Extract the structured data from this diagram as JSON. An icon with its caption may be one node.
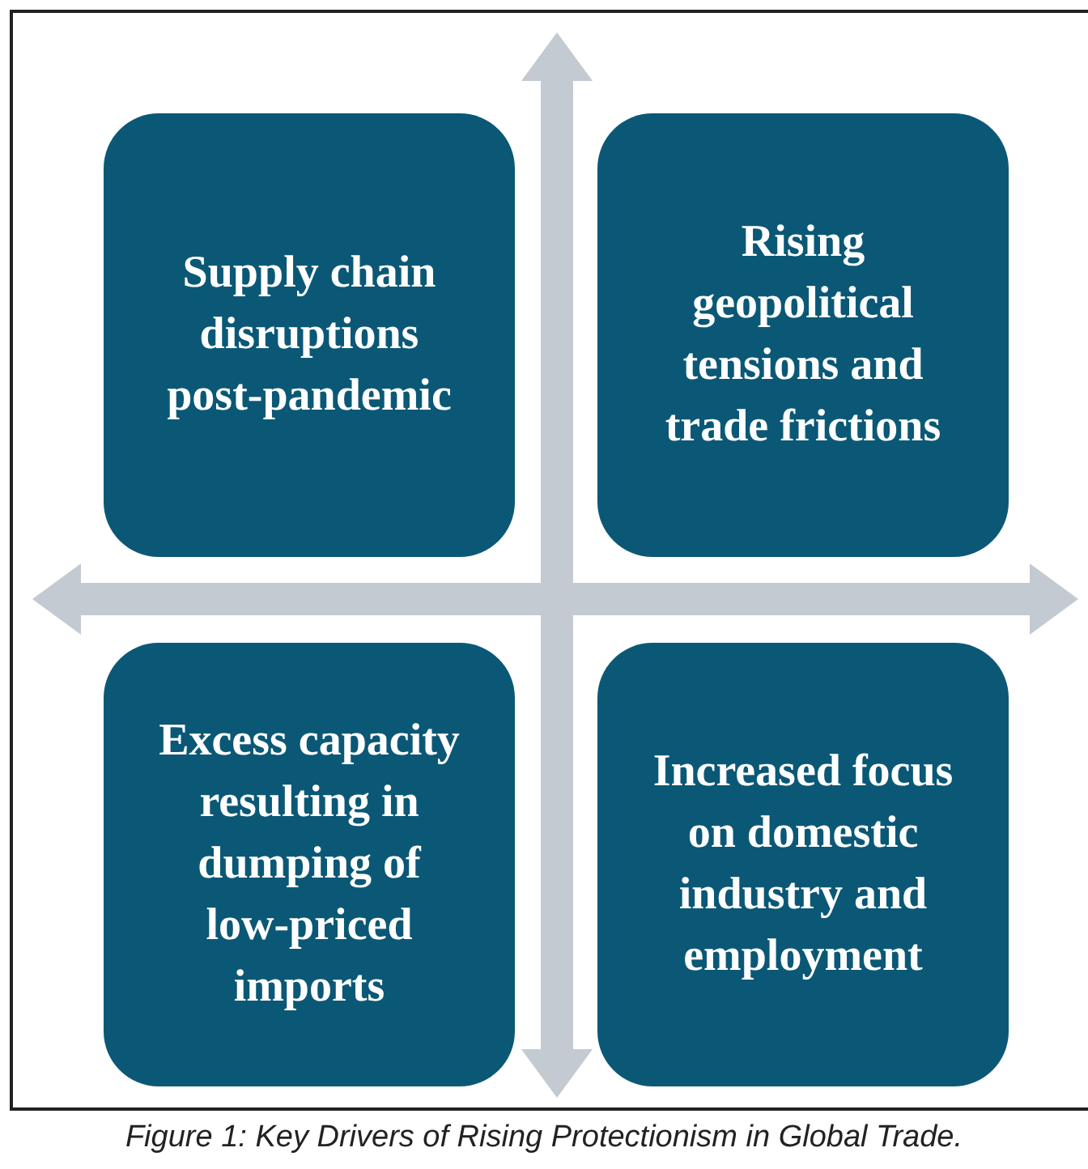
{
  "diagram": {
    "caption": "Figure 1: Key Drivers of Rising Protectionism in Global Trade.",
    "nodes": [
      {
        "text": [
          "Supply chain disruptions post-pandemic"
        ]
      },
      {
        "text": [
          "Rising geopolitical tensions and trade frictions"
        ]
      },
      {
        "text": [
          "Excess capacity resulting in dumping of low-priced imports"
        ]
      },
      {
        "text": [
          "Increased focus on domestic industry and employment"
        ]
      }
    ]
  }
}
